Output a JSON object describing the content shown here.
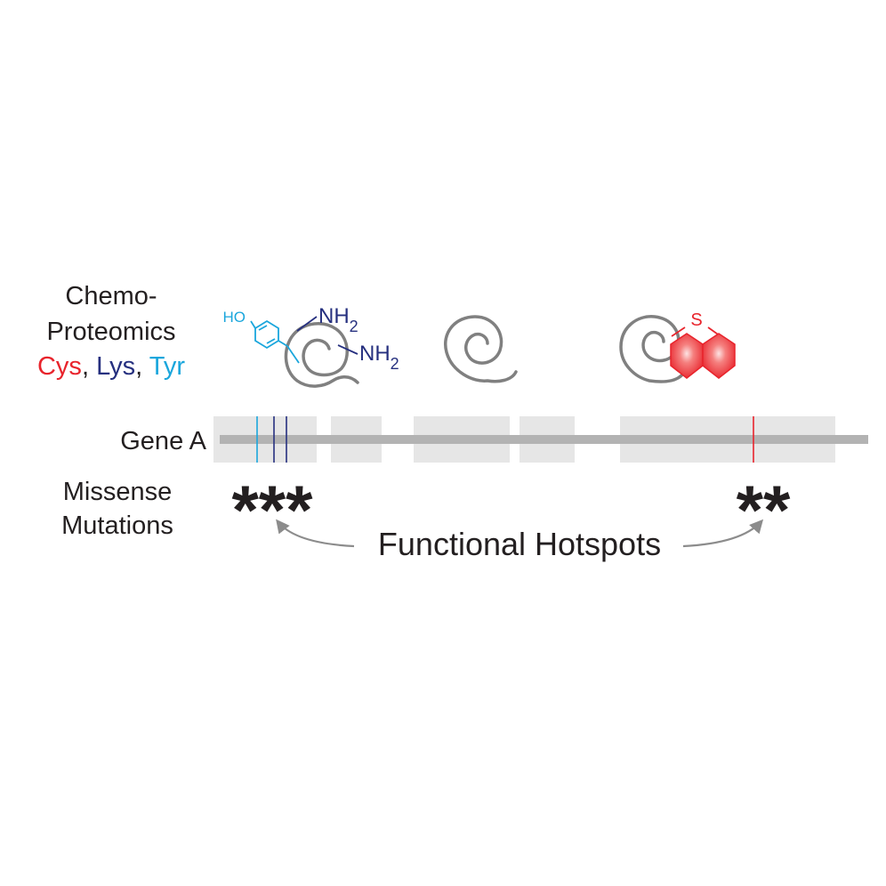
{
  "labels": {
    "chemo_line1": "Chemo-",
    "chemo_line2": "Proteomics",
    "residue_cys": "Cys",
    "residue_sep1": ", ",
    "residue_lys": "Lys",
    "residue_sep2": ", ",
    "residue_tyr": "Tyr",
    "gene": "Gene A",
    "missense_line1": "Missense",
    "missense_line2": "Mutations",
    "hotspots": "Functional Hotspots",
    "stars_left": "***",
    "stars_right": "**"
  },
  "chemistry": {
    "tyr_ho": "HO",
    "lys_nh2_a": "NH",
    "lys_sub_a": "2",
    "lys_nh2_b": "NH",
    "lys_sub_b": "2",
    "cys_s": "S"
  },
  "colors": {
    "cys": "#e8242c",
    "lys": "#26307f",
    "tyr": "#1aa6dc",
    "protein": "#808080",
    "gene_line": "#b3b3b3",
    "exon_box": "#e6e6e6",
    "arrow": "#8c8c8c",
    "text": "#231f20"
  },
  "icons": [
    "protein-coil-icon",
    "tyrosine-phenol-icon",
    "naphthalene-probe-icon",
    "curved-arrow-icon"
  ]
}
